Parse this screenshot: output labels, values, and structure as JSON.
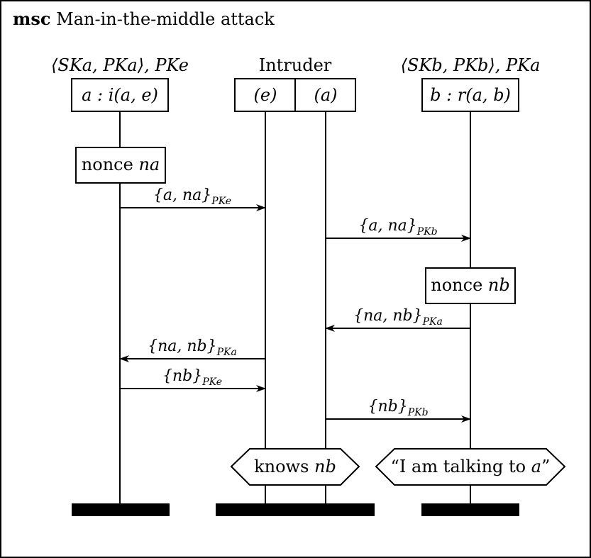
{
  "header": {
    "keyword": "msc",
    "title": "Man-in-the-middle attack"
  },
  "instances": {
    "a": {
      "knowledge": "⟨SKa, PKa⟩, PKe",
      "label": "a : i(a, e)"
    },
    "intruder": {
      "header": "Intruder",
      "left_label": "(e)",
      "right_label": "(a)"
    },
    "b": {
      "knowledge": "⟨SKb, PKb⟩, PKa",
      "label": "b : r(a, b)"
    }
  },
  "actions": {
    "nonce_na": {
      "prefix": "nonce ",
      "var": "na"
    },
    "nonce_nb": {
      "prefix": "nonce ",
      "var": "nb"
    }
  },
  "messages": [
    {
      "body": "{a, na}",
      "key": "PKe"
    },
    {
      "body": "{a, na}",
      "key": "PKb"
    },
    {
      "body": "{na, nb}",
      "key": "PKa"
    },
    {
      "body": "{na, nb}",
      "key": "PKa"
    },
    {
      "body": "{nb}",
      "key": "PKe"
    },
    {
      "body": "{nb}",
      "key": "PKb"
    }
  ],
  "conditions": {
    "intruder": {
      "prefix": "knows ",
      "var": "nb"
    },
    "b": {
      "prefix": "“I am talking to ",
      "var": "a",
      "suffix": "”"
    }
  }
}
